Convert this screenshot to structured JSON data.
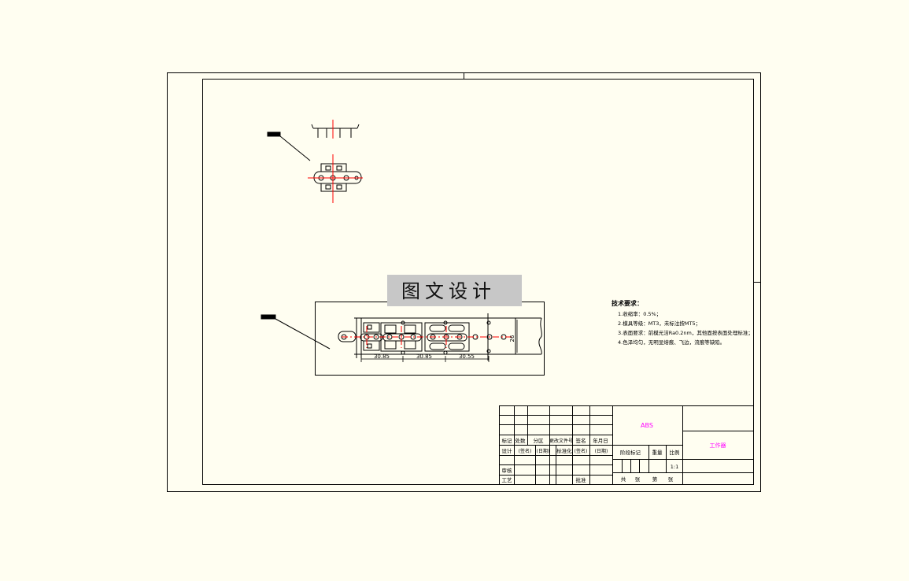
{
  "watermark": "图文设计",
  "tech_requirements": {
    "title": "技术要求：",
    "items": [
      "1.收缩率：0.5%；",
      "2.模具等级：MT3，未标注按MT5；",
      "3.表面要求：前模光洁Ra0.2nm，其他面按表面处理标准；",
      "4.色泽均匀，无明显熔痕、飞边，流痕等缺陷。"
    ]
  },
  "dimensions": {
    "pitch1": "30.85",
    "pitch2": "30.85",
    "pitch3": "30.55",
    "height": "26"
  },
  "title_block": {
    "material": "ABS",
    "part_name": "工作器",
    "header_cells": [
      "标记",
      "处数",
      "分区",
      "更改文件号",
      "签名",
      "年月日"
    ],
    "row_design": [
      "设计",
      "(签名)",
      "(日期)",
      "标准化",
      "(签名)",
      "(日期)"
    ],
    "label_review": "审核",
    "label_process": "工艺",
    "label_approve": "批准",
    "stage_mark": "阶段标记",
    "weight": "重量",
    "scale": "比例",
    "scale_value": "1:1",
    "sheet_total": "共",
    "sheet_unit": "张",
    "sheet_num": "第",
    "sheet_unit2": "张"
  }
}
